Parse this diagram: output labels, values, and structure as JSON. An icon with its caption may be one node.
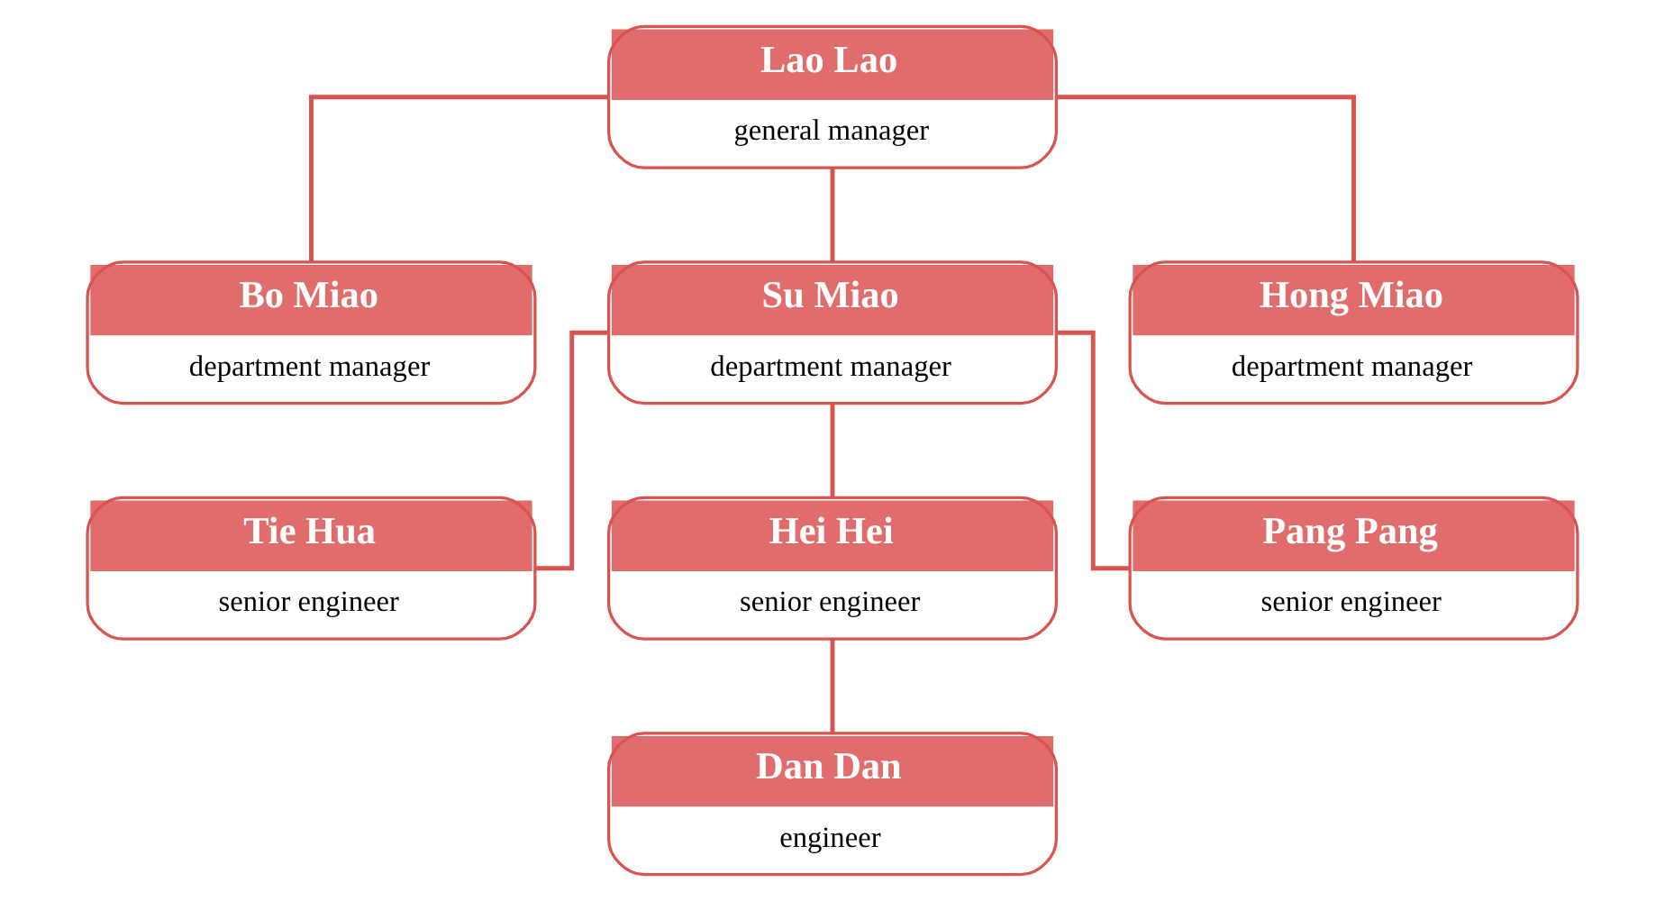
{
  "diagram": {
    "nodes": [
      {
        "text": [
          "Lao Lao",
          "general manager"
        ]
      },
      {
        "text": [
          "Bo Miao",
          "department manager"
        ]
      },
      {
        "text": [
          "Su Miao",
          "department manager"
        ]
      },
      {
        "text": [
          "Hong Miao",
          "department manager"
        ]
      },
      {
        "text": [
          "Tie Hua",
          "senior engineer"
        ]
      },
      {
        "text": [
          "Hei Hei",
          "senior engineer"
        ]
      },
      {
        "text": [
          "Pang Pang",
          "senior engineer"
        ]
      },
      {
        "text": [
          "Dan Dan",
          "engineer"
        ]
      }
    ],
    "edges": [
      {
        "from": 0,
        "to": 1,
        "arrow": "none"
      },
      {
        "from": 0,
        "to": 2,
        "arrow": "none"
      },
      {
        "from": 0,
        "to": 3,
        "arrow": "none"
      },
      {
        "from": 2,
        "to": 4,
        "arrow": "none"
      },
      {
        "from": 2,
        "to": 5,
        "arrow": "none"
      },
      {
        "from": 2,
        "to": 6,
        "arrow": "none"
      },
      {
        "from": 5,
        "to": 7,
        "arrow": "none"
      }
    ]
  }
}
